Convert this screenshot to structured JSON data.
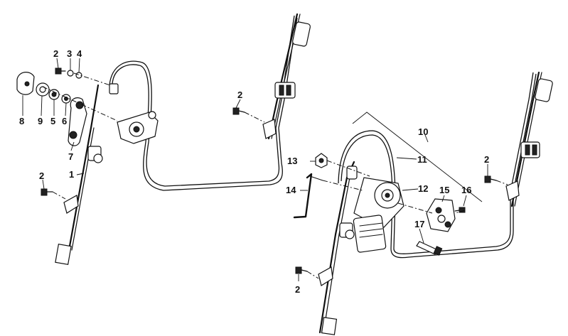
{
  "labels": {
    "l1": "1",
    "l2a": "2",
    "l3": "3",
    "l4": "4",
    "l5": "5",
    "l6": "6",
    "l7": "7",
    "l8": "8",
    "l9": "9",
    "l2b": "2",
    "l2c": "2",
    "l10": "10",
    "l11": "11",
    "l12": "12",
    "l13": "13",
    "l14": "14",
    "l15": "15",
    "l16": "16",
    "l17": "17",
    "l2d": "2",
    "l2e": "2"
  }
}
